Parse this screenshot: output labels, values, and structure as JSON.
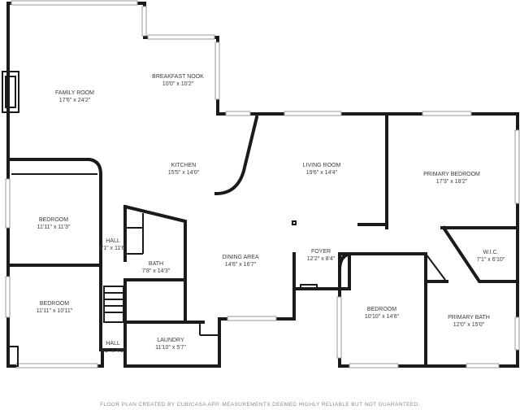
{
  "rooms": {
    "family_room": {
      "name": "FAMILY ROOM",
      "size": "17'6\" x 24'2\""
    },
    "breakfast_nook": {
      "name": "BREAKFAST NOOK",
      "size": "10'0\" x 10'2\""
    },
    "kitchen": {
      "name": "KITCHEN",
      "size": "15'5\" x 14'0\""
    },
    "living_room": {
      "name": "LIVING ROOM",
      "size": "19'6\" x 14'4\""
    },
    "primary_bedroom": {
      "name": "PRIMARY BEDROOM",
      "size": "17'3\" x 18'2\""
    },
    "bedroom_1": {
      "name": "BEDROOM",
      "size": "11'11\" x 11'3\""
    },
    "hall_1": {
      "name": "HALL",
      "size": "3'1\" x 11'6\""
    },
    "bath": {
      "name": "BATH",
      "size": "7'8\" x 14'3\""
    },
    "dining_area": {
      "name": "DINING AREA",
      "size": "14'6\" x 16'7\""
    },
    "foyer": {
      "name": "FOYER",
      "size": "12'2\" x 8'4\""
    },
    "wic": {
      "name": "W.I.C.",
      "size": "7'1\" x 6'10\""
    },
    "bedroom_2": {
      "name": "BEDROOM",
      "size": "11'11\" x 10'11\""
    },
    "hall_2": {
      "name": "HALL",
      "size": "3'1\" x 4'5\""
    },
    "laundry": {
      "name": "LAUNDRY",
      "size": "11'10\" x 5'7\""
    },
    "bedroom_3": {
      "name": "BEDROOM",
      "size": "10'10\" x 14'8\""
    },
    "primary_bath": {
      "name": "PRIMARY BATH",
      "size": "12'0\" x 15'0\""
    }
  },
  "footer": "FLOOR PLAN CREATED BY CUBICASA APP. MEASUREMENTS DEEMED HIGHLY RELIABLE BUT NOT GUARANTEED."
}
